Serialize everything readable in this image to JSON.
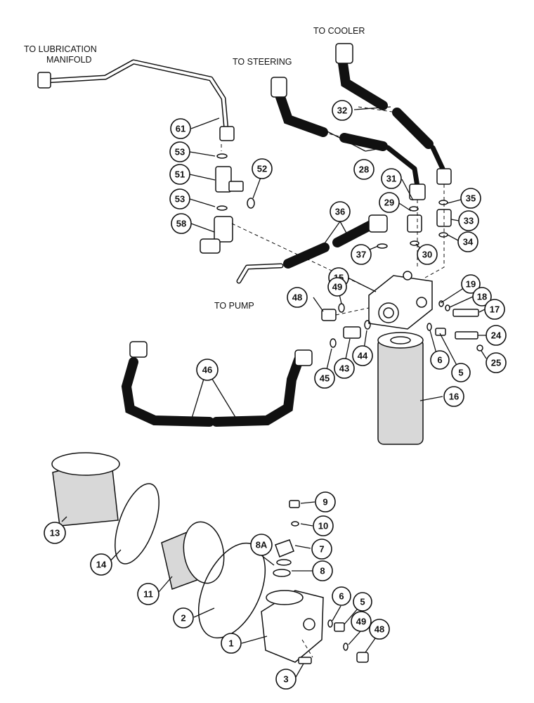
{
  "labels": {
    "to_lubrication_line1": "TO LUBRICATION",
    "to_lubrication_line2": "MANIFOLD",
    "to_cooler": "TO COOLER",
    "to_steering": "TO STEERING",
    "to_pump": "TO PUMP"
  },
  "callouts": [
    {
      "id": "c61",
      "text": "61"
    },
    {
      "id": "c53a",
      "text": "53"
    },
    {
      "id": "c51",
      "text": "51"
    },
    {
      "id": "c52",
      "text": "52"
    },
    {
      "id": "c53b",
      "text": "53"
    },
    {
      "id": "c58",
      "text": "58"
    },
    {
      "id": "c32",
      "text": "32"
    },
    {
      "id": "c28",
      "text": "28"
    },
    {
      "id": "c31",
      "text": "31"
    },
    {
      "id": "c29",
      "text": "29"
    },
    {
      "id": "c35",
      "text": "35"
    },
    {
      "id": "c33",
      "text": "33"
    },
    {
      "id": "c34",
      "text": "34"
    },
    {
      "id": "c36",
      "text": "36"
    },
    {
      "id": "c37",
      "text": "37"
    },
    {
      "id": "c30",
      "text": "30"
    },
    {
      "id": "c15",
      "text": "15"
    },
    {
      "id": "c49a",
      "text": "49"
    },
    {
      "id": "c48a",
      "text": "48"
    },
    {
      "id": "c19",
      "text": "19"
    },
    {
      "id": "c18",
      "text": "18"
    },
    {
      "id": "c17",
      "text": "17"
    },
    {
      "id": "c24",
      "text": "24"
    },
    {
      "id": "c25",
      "text": "25"
    },
    {
      "id": "c6a",
      "text": "6"
    },
    {
      "id": "c5a",
      "text": "5"
    },
    {
      "id": "c44",
      "text": "44"
    },
    {
      "id": "c43",
      "text": "43"
    },
    {
      "id": "c45",
      "text": "45"
    },
    {
      "id": "c46",
      "text": "46"
    },
    {
      "id": "c16",
      "text": "16"
    },
    {
      "id": "c9",
      "text": "9"
    },
    {
      "id": "c10",
      "text": "10"
    },
    {
      "id": "c7",
      "text": "7"
    },
    {
      "id": "c8A",
      "text": "8A"
    },
    {
      "id": "c8",
      "text": "8"
    },
    {
      "id": "c13",
      "text": "13"
    },
    {
      "id": "c14",
      "text": "14"
    },
    {
      "id": "c11",
      "text": "11"
    },
    {
      "id": "c2",
      "text": "2"
    },
    {
      "id": "c6b",
      "text": "6"
    },
    {
      "id": "c5b",
      "text": "5"
    },
    {
      "id": "c49b",
      "text": "49"
    },
    {
      "id": "c48b",
      "text": "48"
    },
    {
      "id": "c1",
      "text": "1"
    },
    {
      "id": "c3",
      "text": "3"
    }
  ]
}
